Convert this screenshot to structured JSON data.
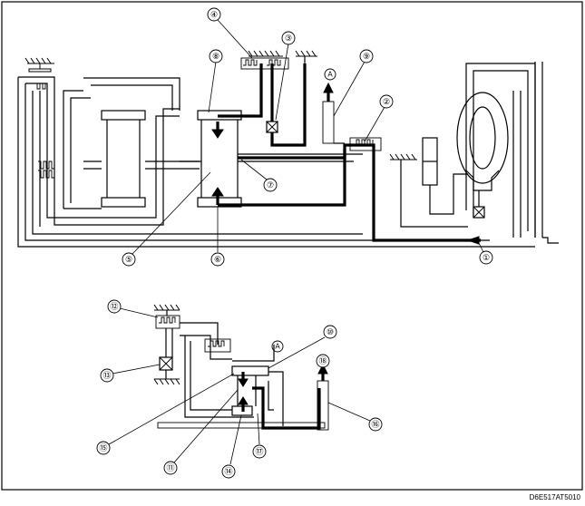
{
  "callouts": {
    "c1": "①",
    "c2": "②",
    "c3": "③",
    "c4": "④",
    "c5": "⑤",
    "c6": "⑥",
    "c7": "⑦",
    "c8": "⑧",
    "c9": "⑨",
    "c10": "⑩",
    "c11": "⑪",
    "c12": "⑫",
    "c13": "⑬",
    "c14": "⑭",
    "c15": "⑮",
    "c16": "⑯",
    "c17": "⑰",
    "c18": "⑱"
  },
  "port_labels": {
    "top": "A",
    "bottom": "A"
  },
  "figure_code": "D6E517AT5010"
}
